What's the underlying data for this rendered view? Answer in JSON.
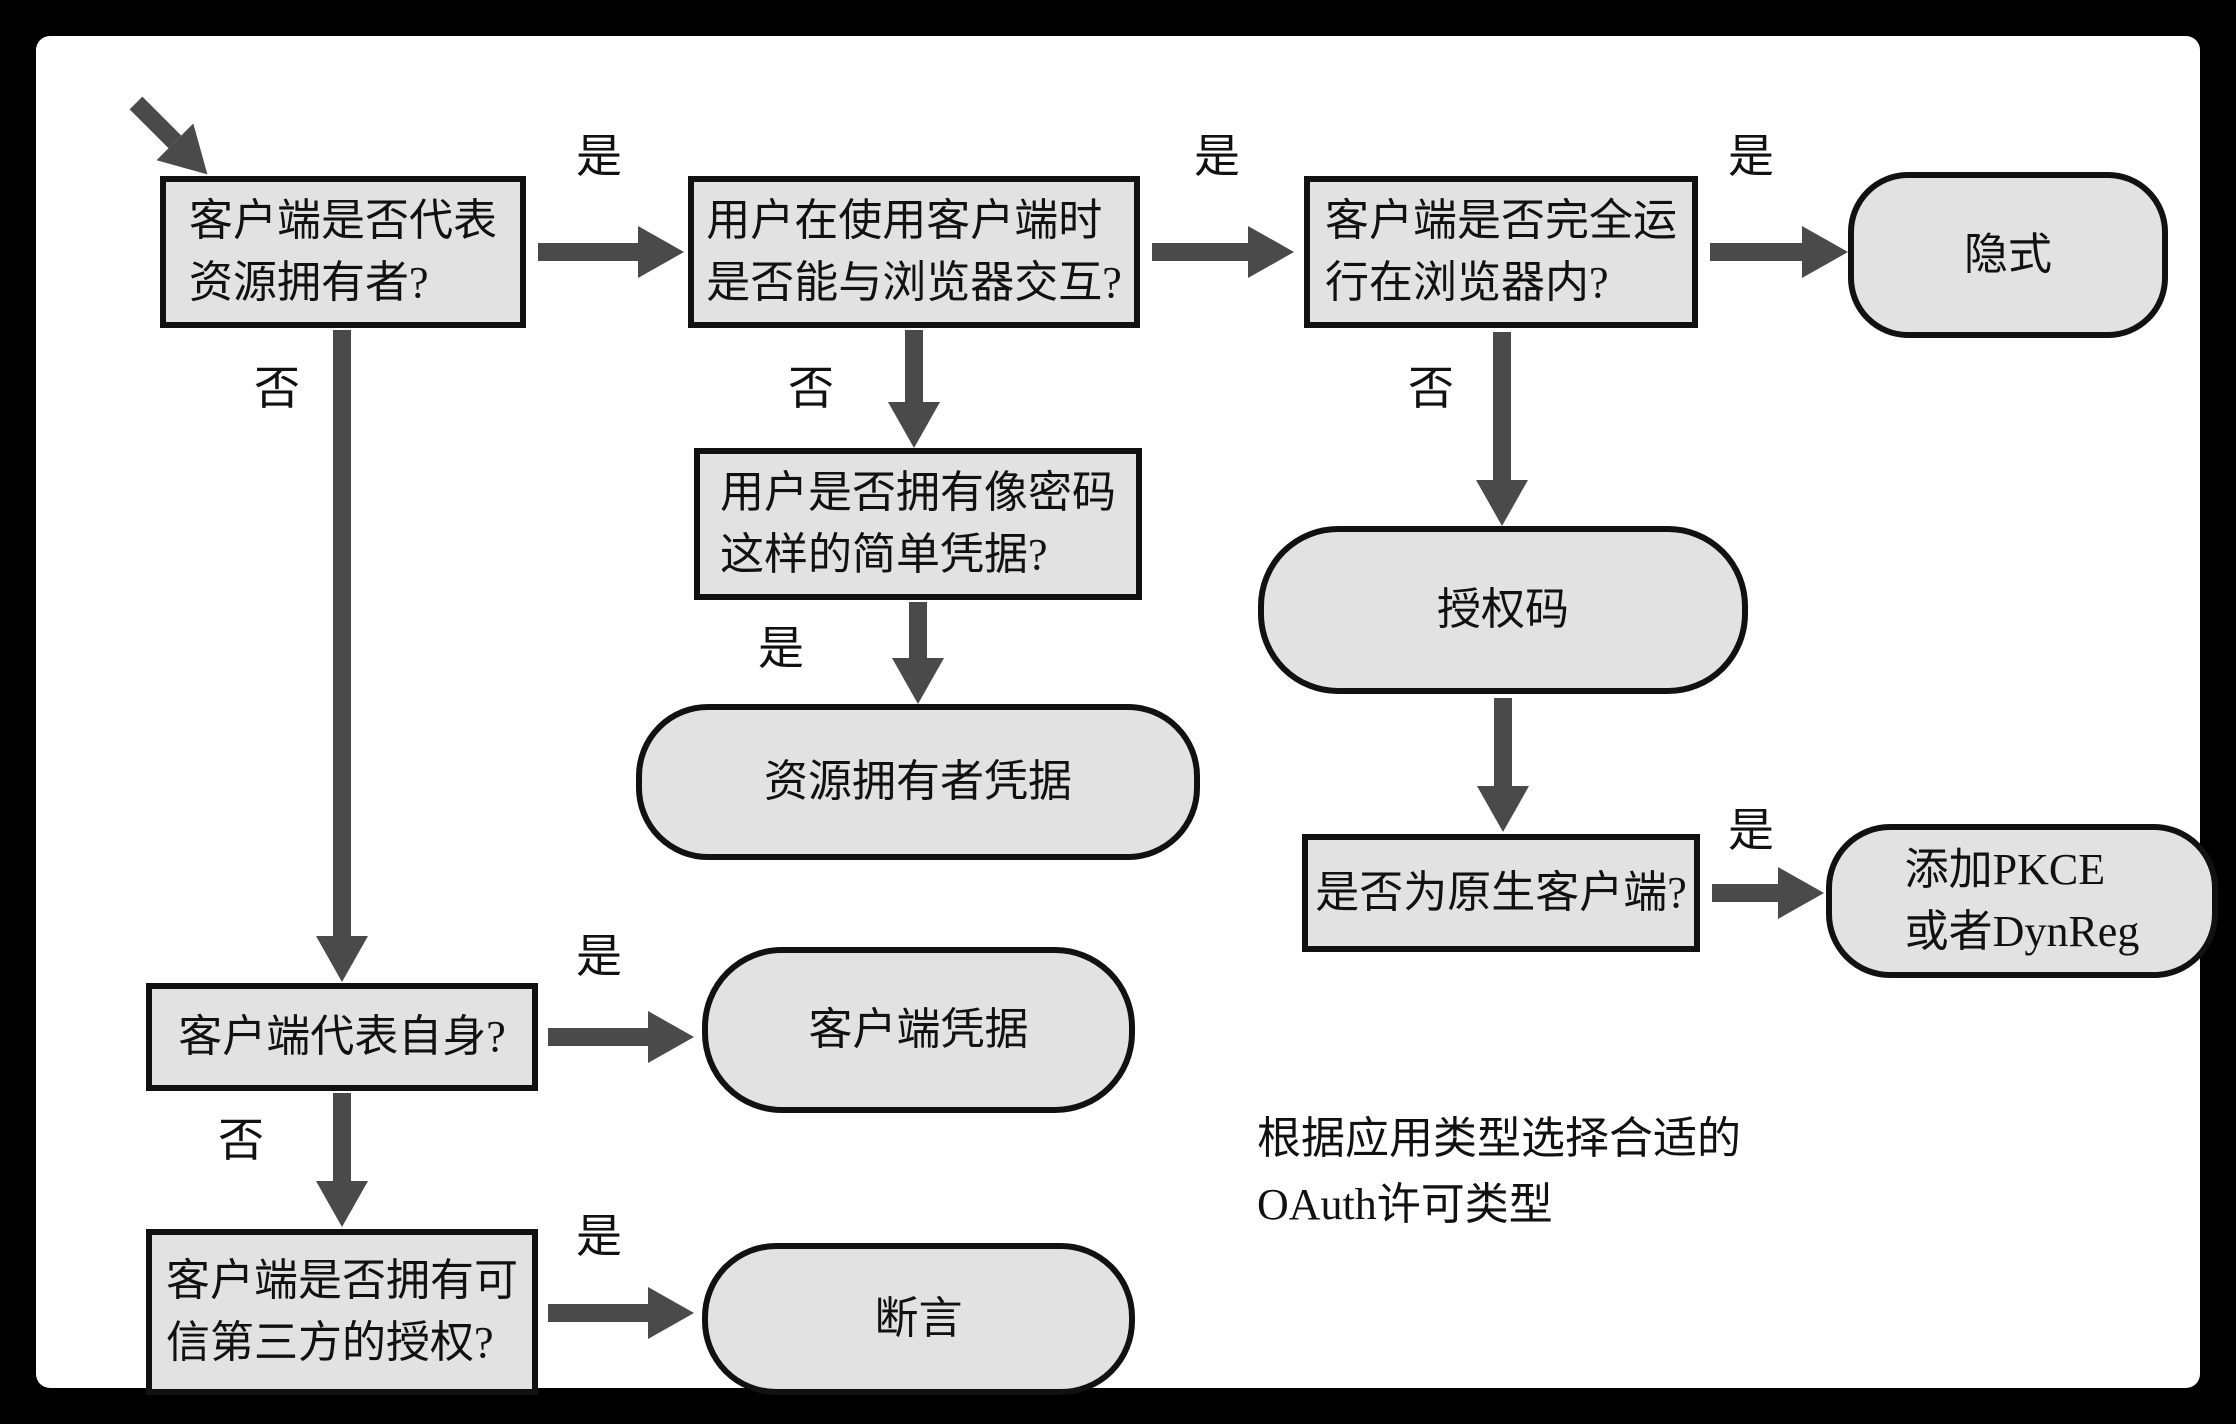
{
  "colors": {
    "frame": "#000000",
    "panel": "#ffffff",
    "node_fill": "#e2e2e2",
    "node_border": "#111111",
    "arrow": "#4a4a4a",
    "text": "#111111"
  },
  "labels": {
    "yes": "是",
    "no": "否"
  },
  "nodes": {
    "q_delegate": "客户端是否代表\n资源拥有者?",
    "q_browser_interact": "用户在使用客户端时\n是否能与浏览器交互?",
    "q_fully_in_browser": "客户端是否完全运\n行在浏览器内?",
    "implicit": "隐式",
    "q_simple_credentials": "用户是否拥有像密码\n这样的简单凭据?",
    "resource_owner_credentials": "资源拥有者凭据",
    "authorization_code": "授权码",
    "q_native_client": "是否为原生客户端?",
    "pkce_dynreg": "添加PKCE\n或者DynReg",
    "q_client_itself": "客户端代表自身?",
    "client_credentials": "客户端凭据",
    "q_trusted_third_party": "客户端是否拥有可\n信第三方的授权?",
    "assertion": "断言"
  },
  "caption": "根据应用类型选择合适的\nOAuth许可类型"
}
